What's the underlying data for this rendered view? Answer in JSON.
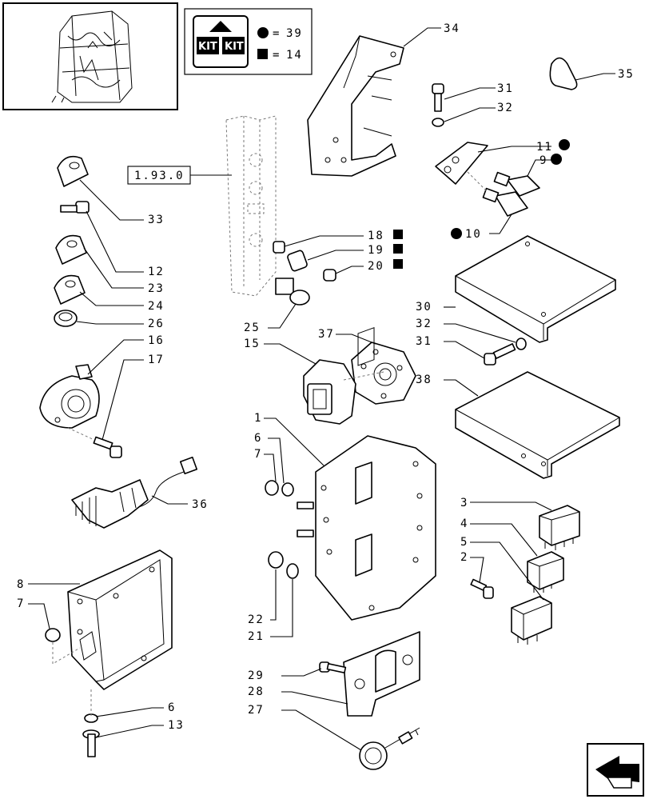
{
  "kit_counts": {
    "circle_marker": "=",
    "circle_count": "39",
    "square_marker": "=",
    "square_count": "14"
  },
  "kit_logo_text": [
    "KIT",
    "KIT"
  ],
  "reference_label": "1.93.0",
  "callouts": [
    {
      "id": "c34",
      "text": "34"
    },
    {
      "id": "c35",
      "text": "35"
    },
    {
      "id": "c31a",
      "text": "31"
    },
    {
      "id": "c32a",
      "text": "32"
    },
    {
      "id": "c11",
      "text": "11"
    },
    {
      "id": "c9",
      "text": "9"
    },
    {
      "id": "c10",
      "text": "10"
    },
    {
      "id": "c33",
      "text": "33"
    },
    {
      "id": "c12",
      "text": "12"
    },
    {
      "id": "c23",
      "text": "23"
    },
    {
      "id": "c24",
      "text": "24"
    },
    {
      "id": "c26",
      "text": "26"
    },
    {
      "id": "c16",
      "text": "16"
    },
    {
      "id": "c17",
      "text": "17"
    },
    {
      "id": "c18",
      "text": "18"
    },
    {
      "id": "c19",
      "text": "19"
    },
    {
      "id": "c20",
      "text": "20"
    },
    {
      "id": "c25",
      "text": "25"
    },
    {
      "id": "c30",
      "text": "30"
    },
    {
      "id": "c32b",
      "text": "32"
    },
    {
      "id": "c31b",
      "text": "31"
    },
    {
      "id": "c37",
      "text": "37"
    },
    {
      "id": "c15",
      "text": "15"
    },
    {
      "id": "c38",
      "text": "38"
    },
    {
      "id": "c1",
      "text": "1"
    },
    {
      "id": "c6a",
      "text": "6"
    },
    {
      "id": "c7a",
      "text": "7"
    },
    {
      "id": "c36",
      "text": "36"
    },
    {
      "id": "c3",
      "text": "3"
    },
    {
      "id": "c4",
      "text": "4"
    },
    {
      "id": "c5",
      "text": "5"
    },
    {
      "id": "c2",
      "text": "2"
    },
    {
      "id": "c8",
      "text": "8"
    },
    {
      "id": "c7b",
      "text": "7"
    },
    {
      "id": "c22",
      "text": "22"
    },
    {
      "id": "c21",
      "text": "21"
    },
    {
      "id": "c29",
      "text": "29"
    },
    {
      "id": "c28",
      "text": "28"
    },
    {
      "id": "c27",
      "text": "27"
    },
    {
      "id": "c6b",
      "text": "6"
    },
    {
      "id": "c13",
      "text": "13"
    }
  ]
}
